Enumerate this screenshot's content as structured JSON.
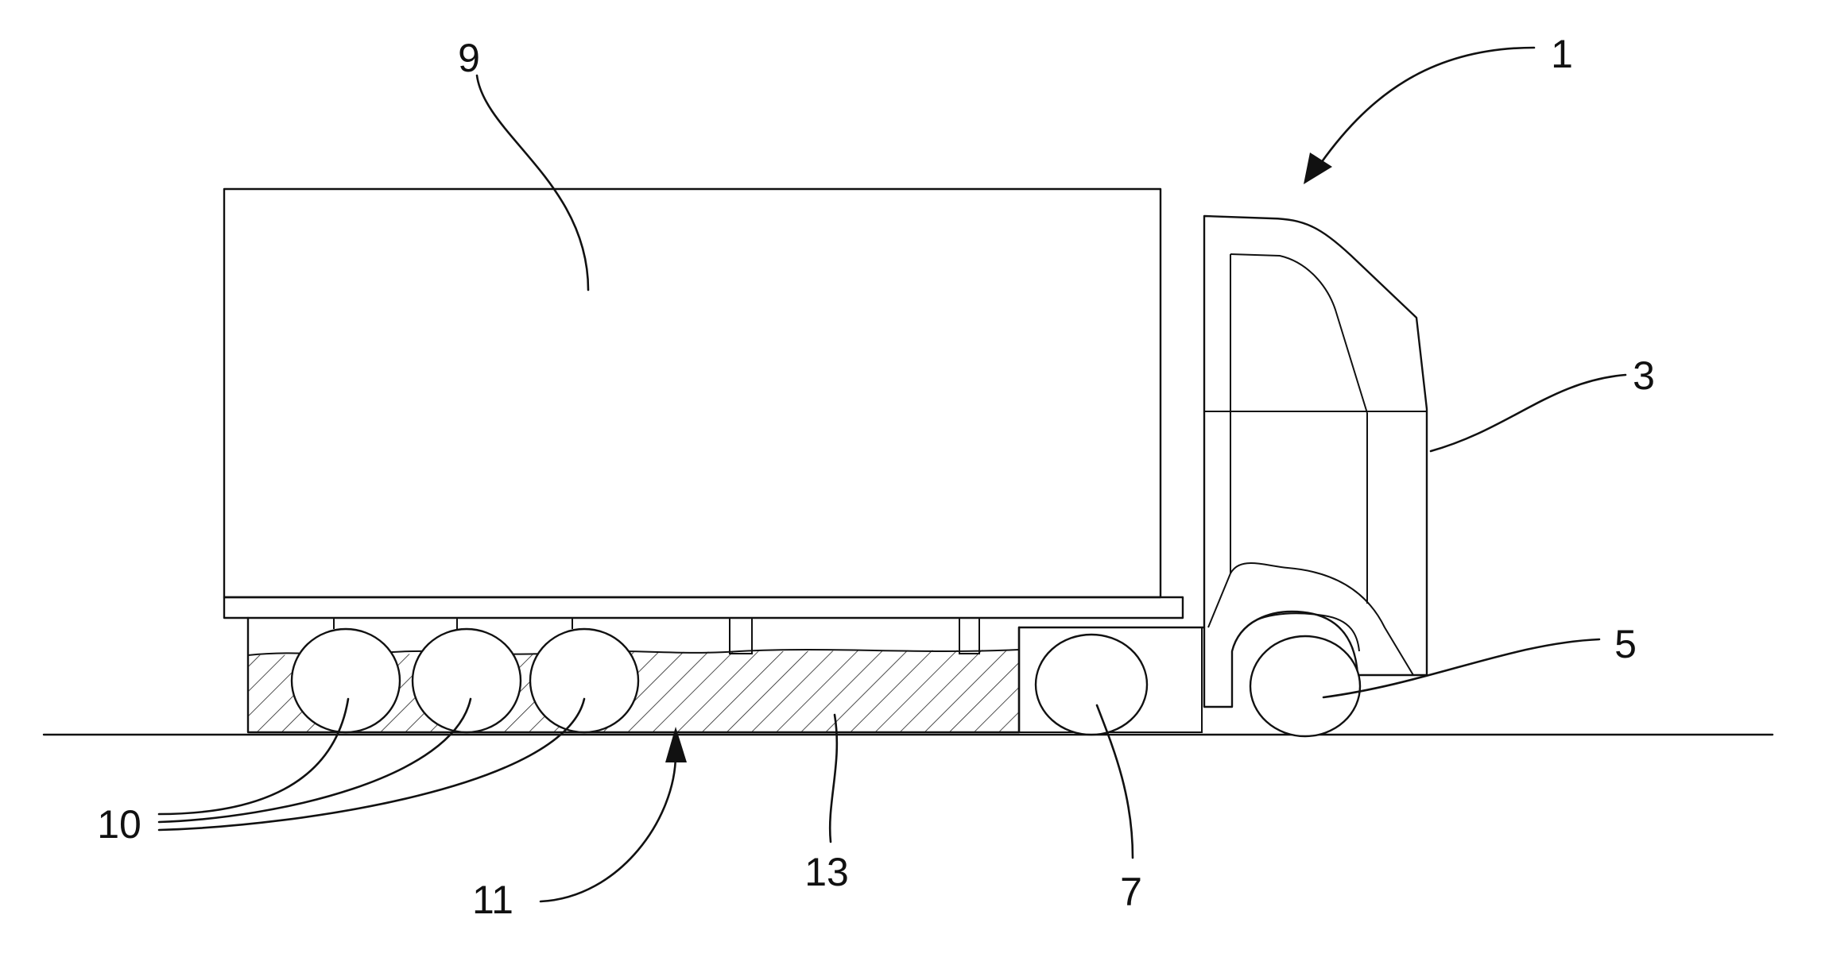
{
  "figure": {
    "labels": {
      "vehicle": "1",
      "cab": "3",
      "front_wheel": "5",
      "rear_tractor_wheel": "7",
      "trailer_box": "9",
      "trailer_wheels": "10",
      "underbody_arrow": "11",
      "skirt": "13"
    }
  }
}
